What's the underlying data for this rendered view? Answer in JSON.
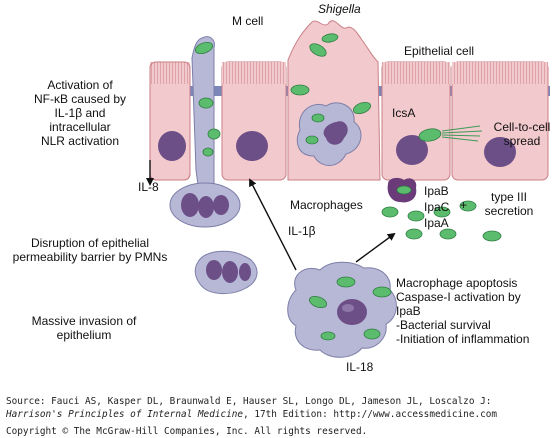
{
  "labels": {
    "shigella": "Shigella",
    "m_cell": "M cell",
    "epithelial_cell": "Epithelial cell",
    "activation": [
      "Activation of",
      "NF-κB caused by",
      "IL-1β and",
      "intracellular",
      "NLR activation"
    ],
    "icsa": "IcsA",
    "cell_to_cell": [
      "Cell-to-cell",
      "spread"
    ],
    "il8": "IL-8",
    "macrophages": "Macrophages",
    "ipab": "IpaB",
    "ipac": "IpaC",
    "ipaa": "IpaA",
    "plus": "+",
    "type_iii": [
      "type III",
      "secretion"
    ],
    "disruption": [
      "Disruption of epithelial",
      "permeability barrier by PMNs"
    ],
    "il1b": "IL-1β",
    "apoptosis": [
      "Macrophage apoptosis",
      "Caspase-I activation by",
      "IpaB",
      "-Bacterial survival",
      "-Initiation of inflammation"
    ],
    "massive": [
      "Massive invasion of",
      "epithelium"
    ],
    "il18": "IL-18"
  },
  "source": {
    "line1": "Source: Fauci AS, Kasper DL, Braunwald E, Hauser SL, Longo DL, Jameson JL, Loscalzo J:",
    "book_title": "Harrison's Principles of Internal Medicine",
    "line2_rest": ", 17th Edition: http://www.accessmedicine.com",
    "copyright": "Copyright © The McGraw-Hill Companies, Inc. All rights reserved."
  },
  "colors": {
    "cell_fill": "#f2c9cc",
    "cell_stroke": "#c97f86",
    "nucleus": "#6d4f88",
    "macrophage": "#b7b7d6",
    "macrophage_stroke": "#7d7fa8",
    "bacteria": "#5cbc6e",
    "tight_junction": "#7b86b9"
  }
}
